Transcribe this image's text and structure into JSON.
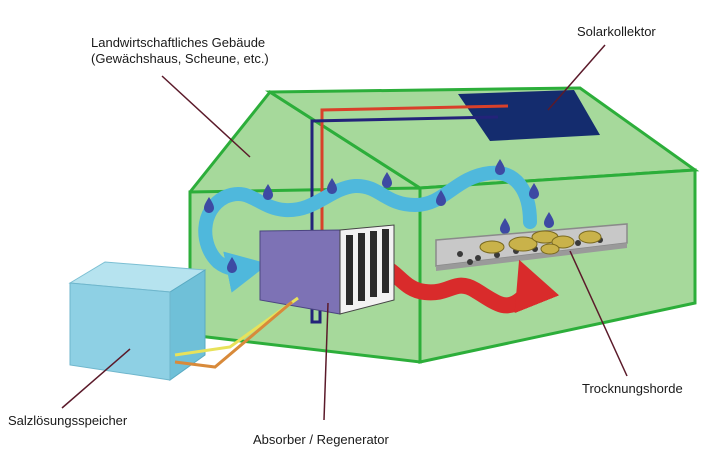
{
  "labels": {
    "building_line1": "Landwirtschaftliches Gebäude",
    "building_line2": "(Gewächshaus, Scheune, etc.)",
    "solar_collector": "Solarkollektor",
    "salt_storage": "Salzlösungsspeicher",
    "absorber": "Absorber / Regenerator",
    "drying_rack": "Trocknungshorde"
  },
  "colors": {
    "house_fill": "#a6d99b",
    "house_stroke": "#2cae3a",
    "solar_panel": "#142c6e",
    "storage_cube": "#8ed0e4",
    "absorber_body": "#7d72b5",
    "air_flow_moist": "#4fb8dc",
    "air_flow_dry": "#d92b2b",
    "pipe_red": "#d9402a",
    "pipe_blue": "#23237a",
    "pipe_yellow": "#e8e25a",
    "pipe_orange": "#d88a3a",
    "drop": "#3d4aa3",
    "leader_line": "#5b1a2a"
  }
}
